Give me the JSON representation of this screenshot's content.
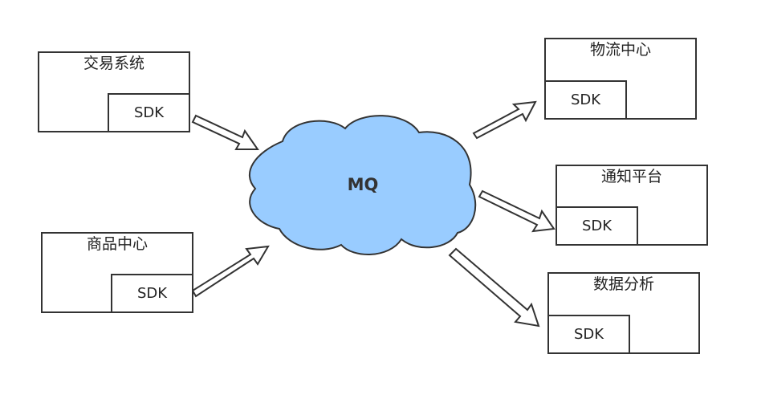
{
  "center": {
    "label": "MQ",
    "fill": "#99ccff",
    "stroke": "#333333"
  },
  "producers": [
    {
      "title": "交易系统",
      "sdk": "SDK"
    },
    {
      "title": "商品中心",
      "sdk": "SDK"
    }
  ],
  "consumers": [
    {
      "title": "物流中心",
      "sdk": "SDK"
    },
    {
      "title": "通知平台",
      "sdk": "SDK"
    },
    {
      "title": "数据分析",
      "sdk": "SDK"
    }
  ]
}
